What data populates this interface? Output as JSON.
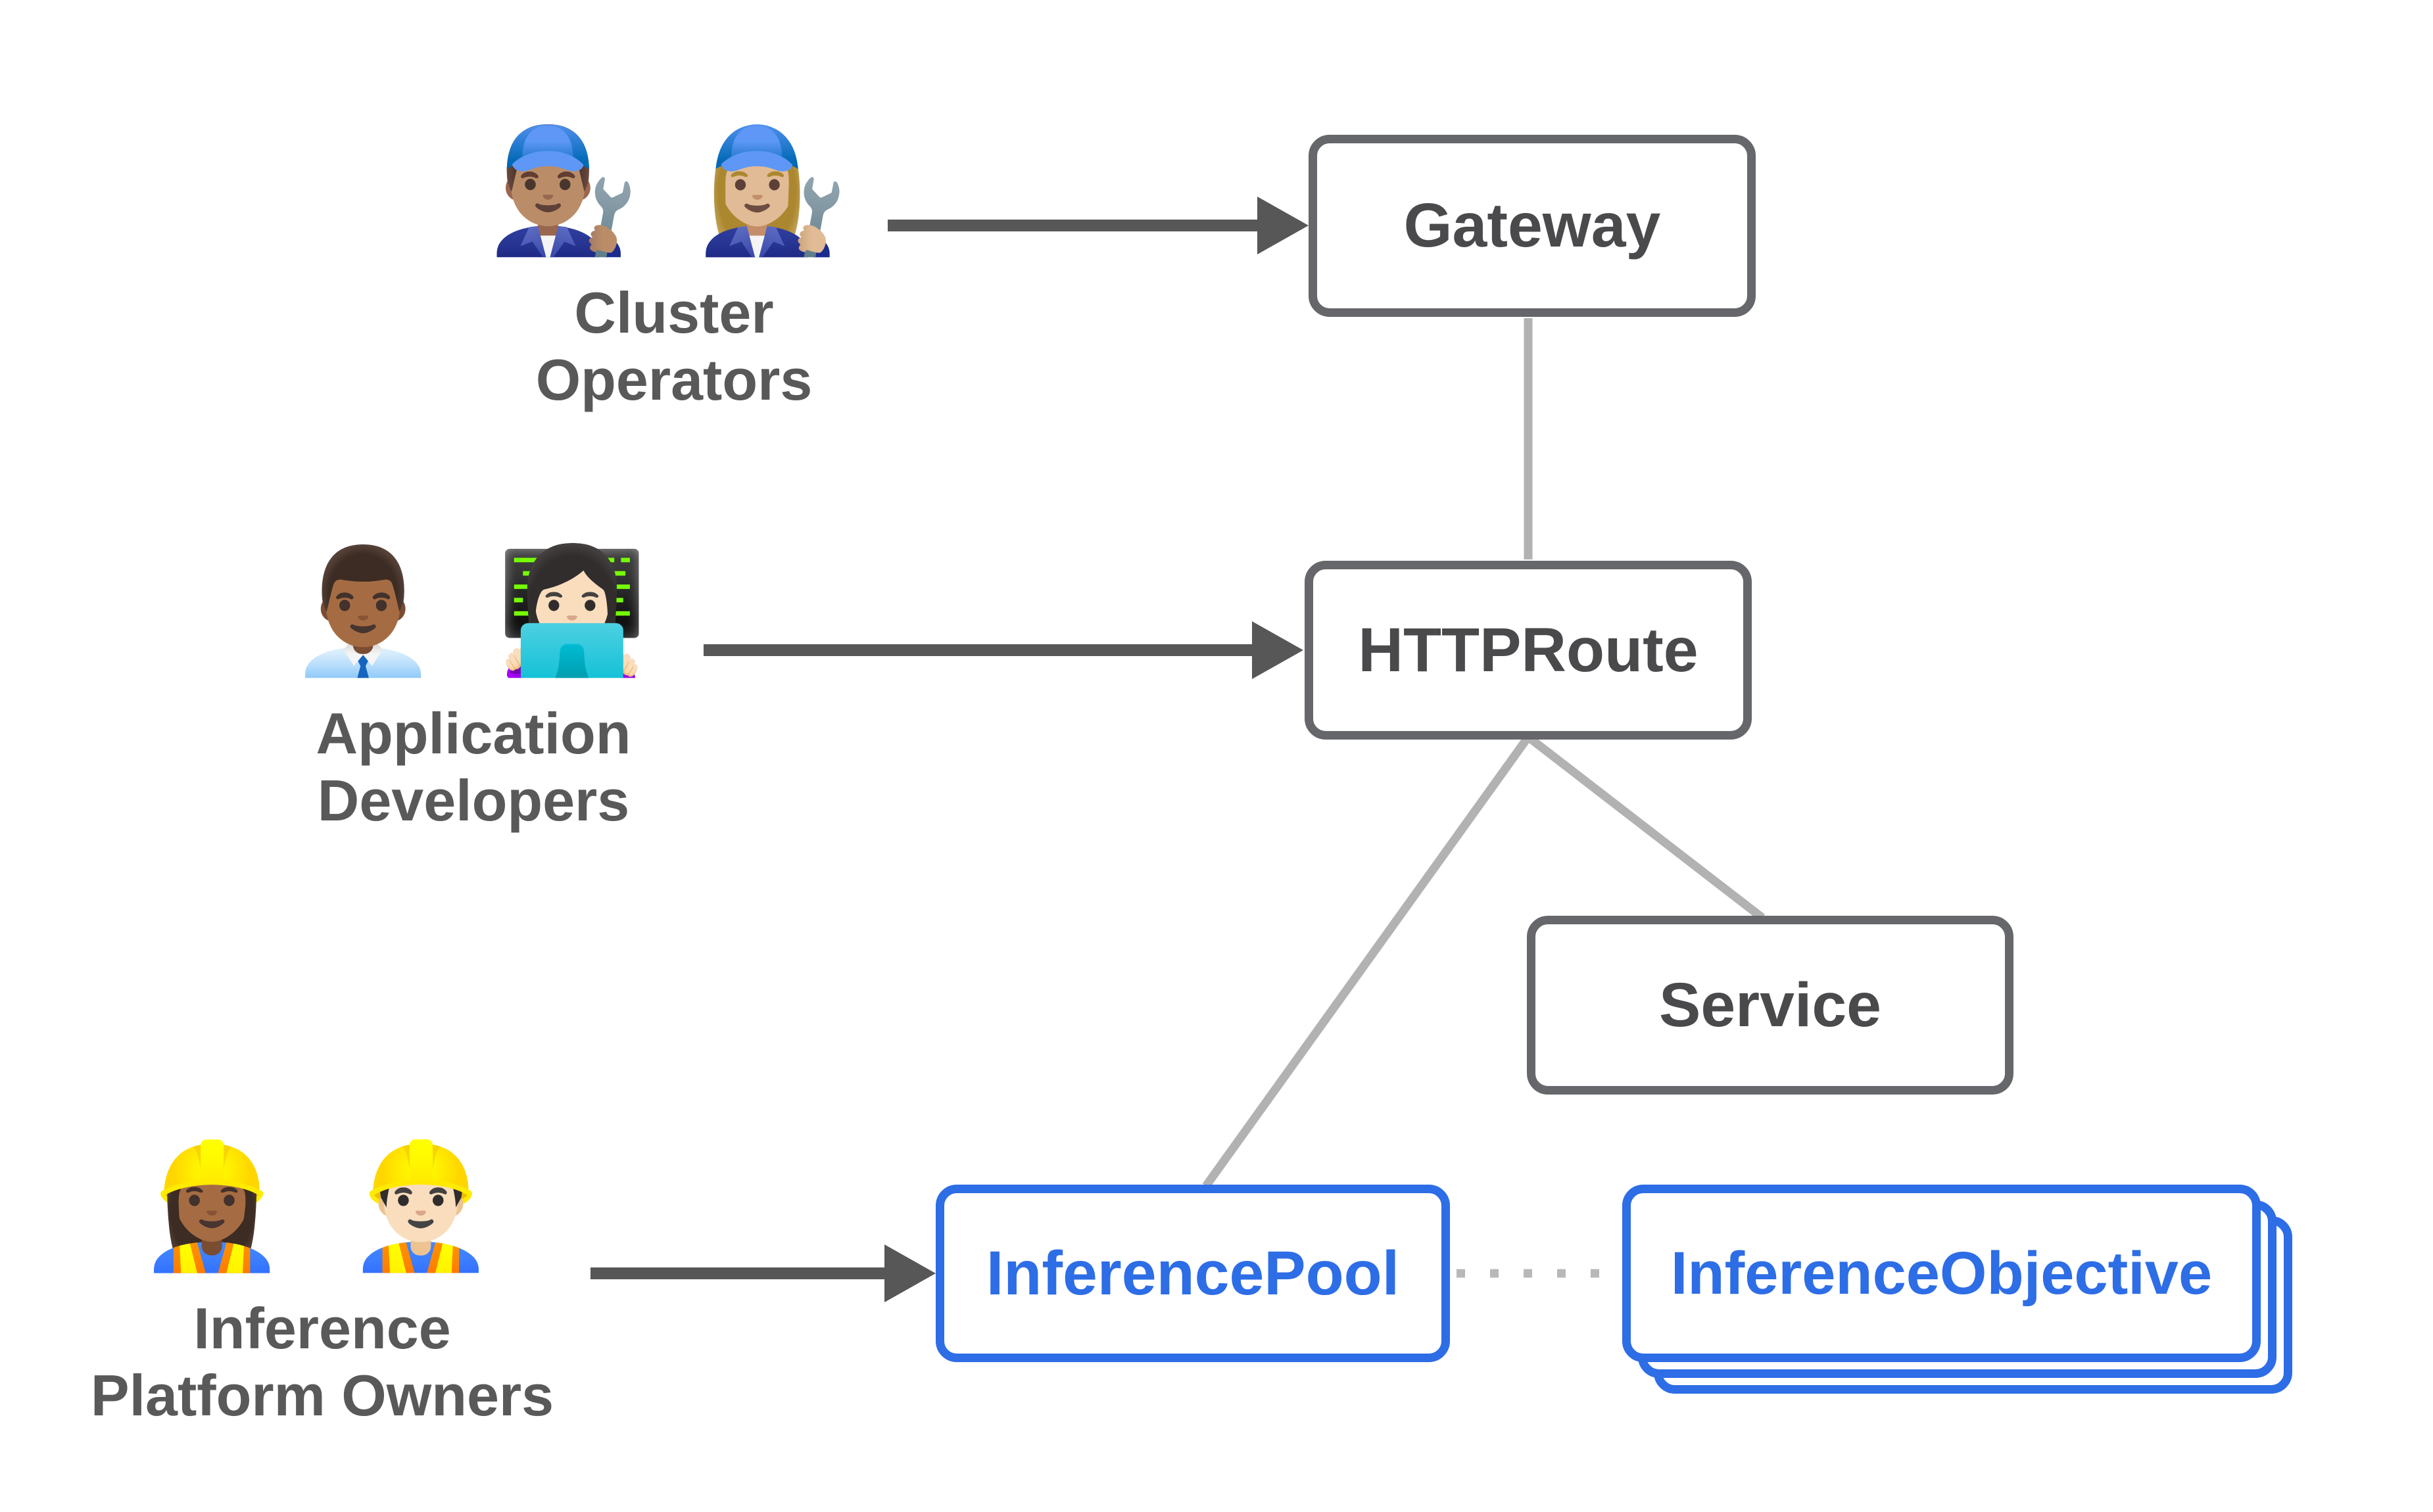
{
  "personas": [
    {
      "id": "cluster-operators",
      "emojis": "👨🏽‍🔧 👩🏼‍🔧",
      "emoji_names": [
        "man-mechanic-emoji",
        "woman-mechanic-emoji"
      ],
      "label_lines": [
        "Cluster",
        "Operators"
      ]
    },
    {
      "id": "application-developers",
      "emojis": "👨🏾‍💼 👩🏻‍💻",
      "emoji_names": [
        "man-office-worker-emoji",
        "woman-technologist-emoji"
      ],
      "label_lines": [
        "Application",
        "Developers"
      ]
    },
    {
      "id": "inference-platform-owners",
      "emojis": "👷🏾‍♀️ 👷🏻‍♂️",
      "emoji_names": [
        "woman-construction-worker-emoji",
        "man-construction-worker-emoji"
      ],
      "label_lines": [
        "Inference",
        "Platform Owners"
      ]
    }
  ],
  "nodes": [
    {
      "id": "gateway",
      "label": "Gateway",
      "variant": "gray"
    },
    {
      "id": "httproute",
      "label": "HTTPRoute",
      "variant": "gray"
    },
    {
      "id": "service",
      "label": "Service",
      "variant": "gray"
    },
    {
      "id": "inferencepool",
      "label": "InferencePool",
      "variant": "blue"
    },
    {
      "id": "inferenceobjective",
      "label": "InferenceObjective",
      "variant": "blue",
      "stacked_copies": 3
    }
  ],
  "edges": [
    {
      "id": "arrow-operators-gateway",
      "from": "cluster-operators",
      "to": "gateway",
      "style": "dark-arrow"
    },
    {
      "id": "arrow-developers-httproute",
      "from": "application-developers",
      "to": "httproute",
      "style": "dark-arrow"
    },
    {
      "id": "arrow-owners-inferencepool",
      "from": "inference-platform-owners",
      "to": "inferencepool",
      "style": "dark-arrow"
    },
    {
      "id": "connector-gateway-httproute",
      "from": "gateway",
      "to": "httproute",
      "style": "light-line"
    },
    {
      "id": "connector-httproute-inferencepool",
      "from": "httproute",
      "to": "inferencepool",
      "style": "light-line"
    },
    {
      "id": "connector-httproute-service",
      "from": "httproute",
      "to": "service",
      "style": "light-line"
    },
    {
      "id": "connector-inferencepool-inferenceobjective",
      "from": "inferencepool",
      "to": "inferenceobjective",
      "style": "dotted-line"
    }
  ],
  "colors": {
    "accent_blue": "#2d6de6",
    "node_border_gray": "#66676a",
    "node_text_gray": "#4a4a4c",
    "persona_text": "#595959",
    "arrow_dark": "#575757",
    "connector_light": "#b2b2b2",
    "dotted_connector": "#b8b8b8",
    "background": "#ffffff"
  }
}
